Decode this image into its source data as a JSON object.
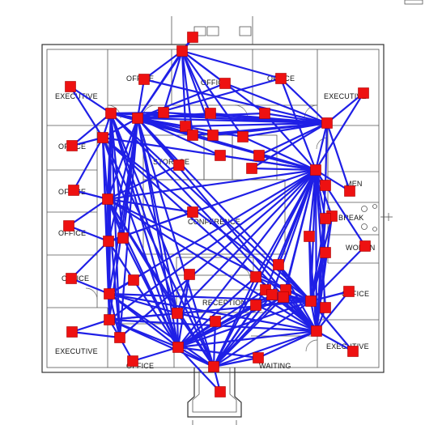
{
  "floorplan": {
    "rooms": [
      {
        "id": "exec-nw",
        "label": "EXECUTIVE"
      },
      {
        "id": "office-n1",
        "label": "OFFICE"
      },
      {
        "id": "office-n2",
        "label": "OFFICE"
      },
      {
        "id": "office-n3",
        "label": "OFFICE"
      },
      {
        "id": "exec-ne",
        "label": "EXECUTIVE"
      },
      {
        "id": "office-w1",
        "label": "OFFICE"
      },
      {
        "id": "office-w2",
        "label": "OFFICE"
      },
      {
        "id": "office-w3",
        "label": "OFFICE"
      },
      {
        "id": "office-w4",
        "label": "OFFICE"
      },
      {
        "id": "storage",
        "label": "STORAGE"
      },
      {
        "id": "conference",
        "label": "CONFERENCE"
      },
      {
        "id": "men",
        "label": "MEN"
      },
      {
        "id": "break",
        "label": "BREAK"
      },
      {
        "id": "women",
        "label": "WOMEN"
      },
      {
        "id": "office-e",
        "label": "OFFICE"
      },
      {
        "id": "reception",
        "label": "RECEPTION"
      },
      {
        "id": "exec-sw",
        "label": "EXECUTIVE"
      },
      {
        "id": "office-s",
        "label": "OFFICE"
      },
      {
        "id": "waiting",
        "label": "WAITING"
      },
      {
        "id": "exec-se",
        "label": "EXECUTIVE"
      }
    ]
  },
  "graph": {
    "node_color": "#ee1111",
    "edge_color": "#1f1fe6",
    "node_count": 60,
    "edge_count": 190
  }
}
